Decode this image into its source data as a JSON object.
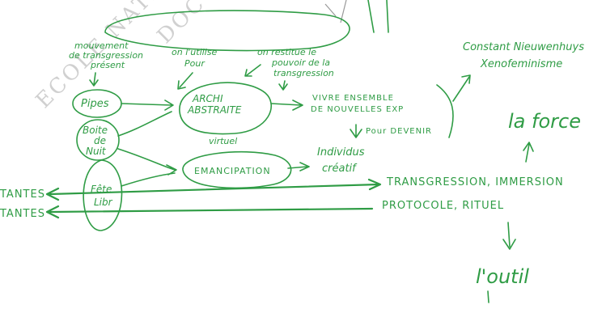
{
  "watermark": [
    "ECOLE NATIO",
    "DOC"
  ],
  "labels": {
    "mouvement": [
      "mouvement",
      "de transgression",
      "présent"
    ],
    "on_lutilise": [
      "on l'utilise",
      "Pour"
    ],
    "on_restitue": [
      "on restitue le",
      "pouvoir de la",
      "transgression"
    ],
    "pipes": "Pipes",
    "boite": [
      "Boite",
      "de",
      "Nuit"
    ],
    "fete": [
      "Fête",
      "Libr"
    ],
    "archi": [
      "ARCHI",
      "ABSTRAITE"
    ],
    "virtuel": "virtuel",
    "emancipation": "EMANCIPATION",
    "vivre": [
      "VIVRE ENSEMBLE",
      "DE NOUVELLES EXP"
    ],
    "pour_devenir": "Pour DEVENIR",
    "individus": [
      "Individus",
      "créatif"
    ],
    "constant": [
      "Constant Nieuwenhuys",
      "Xenofeminisme"
    ],
    "la_force": "la force",
    "transgression_immersion": "TRANSGRESSION, IMMERSION",
    "protocole_rituel": "PROTOCOLE, RITUEL",
    "tantes_1": "TANTES",
    "tantes_2": "TANTES",
    "outil": "l'outil"
  }
}
